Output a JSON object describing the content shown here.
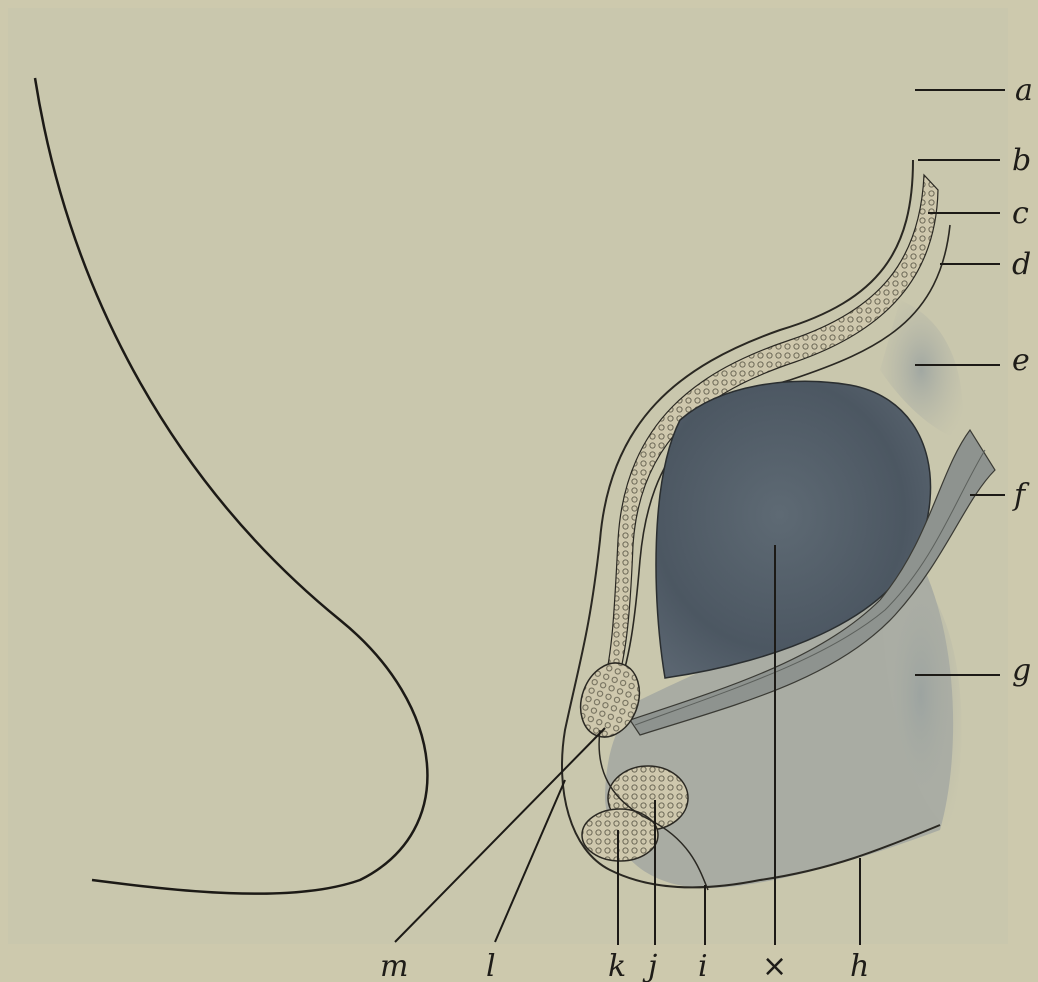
{
  "figure": {
    "labels": {
      "a": "a",
      "b": "b",
      "c": "c",
      "d": "d",
      "e": "e",
      "f": "f",
      "g": "g",
      "h": "h",
      "i": "i",
      "j": "j",
      "k": "k",
      "l": "l",
      "m": "m",
      "x": "×"
    }
  }
}
